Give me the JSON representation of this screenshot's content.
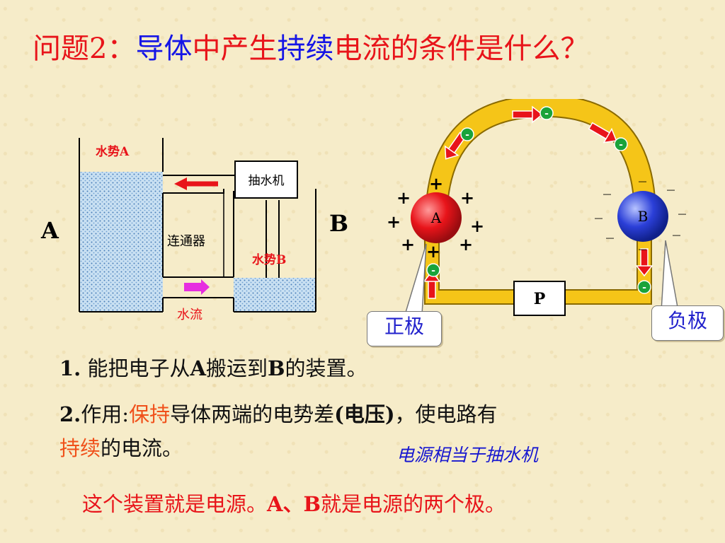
{
  "title": {
    "prefix": "问题2：",
    "part1": "导体",
    "part2": "中产生",
    "part3": "持续",
    "part4": "电流的条件是什么？"
  },
  "water_diagram": {
    "label_left": "A",
    "label_right": "B",
    "water_level_a": "水势A",
    "pump": "抽水机",
    "connector": "连通器",
    "water_level_b": "水势B",
    "water_flow": "水流"
  },
  "circuit": {
    "pole_a": "A",
    "pole_b": "B",
    "resistor": "P",
    "plus": "+",
    "minus": "_",
    "electron": "-",
    "positive_pole": "正极",
    "negative_pole": "负极"
  },
  "points": {
    "p1_num": "1.",
    "p1_text_a": " 能把电子从",
    "p1_a": "A",
    "p1_text_b": "搬运到",
    "p1_b": "B",
    "p1_text_c": "的装置。",
    "p2_num": "2.",
    "p2_label": "作用:",
    "p2_keep": "保持",
    "p2_text_a": "导体两端的电势差",
    "p2_paren": "(电压)",
    "p2_text_b": "，使电路有",
    "p2_sustained": "持续",
    "p2_text_c": "的电流。"
  },
  "analogy_note": "电源相当于抽水机",
  "conclusion": {
    "text_a": "这个装置就是电源。",
    "ab": "A、B",
    "text_b": "就是电源的两个极。"
  },
  "colors": {
    "red": "#e8141a",
    "blue": "#1515e6",
    "orange": "#f0501a",
    "wire": "#f5c518",
    "pole_a": "#e8141a",
    "pole_b": "#2b3fd8",
    "electron": "#1aa33a"
  }
}
